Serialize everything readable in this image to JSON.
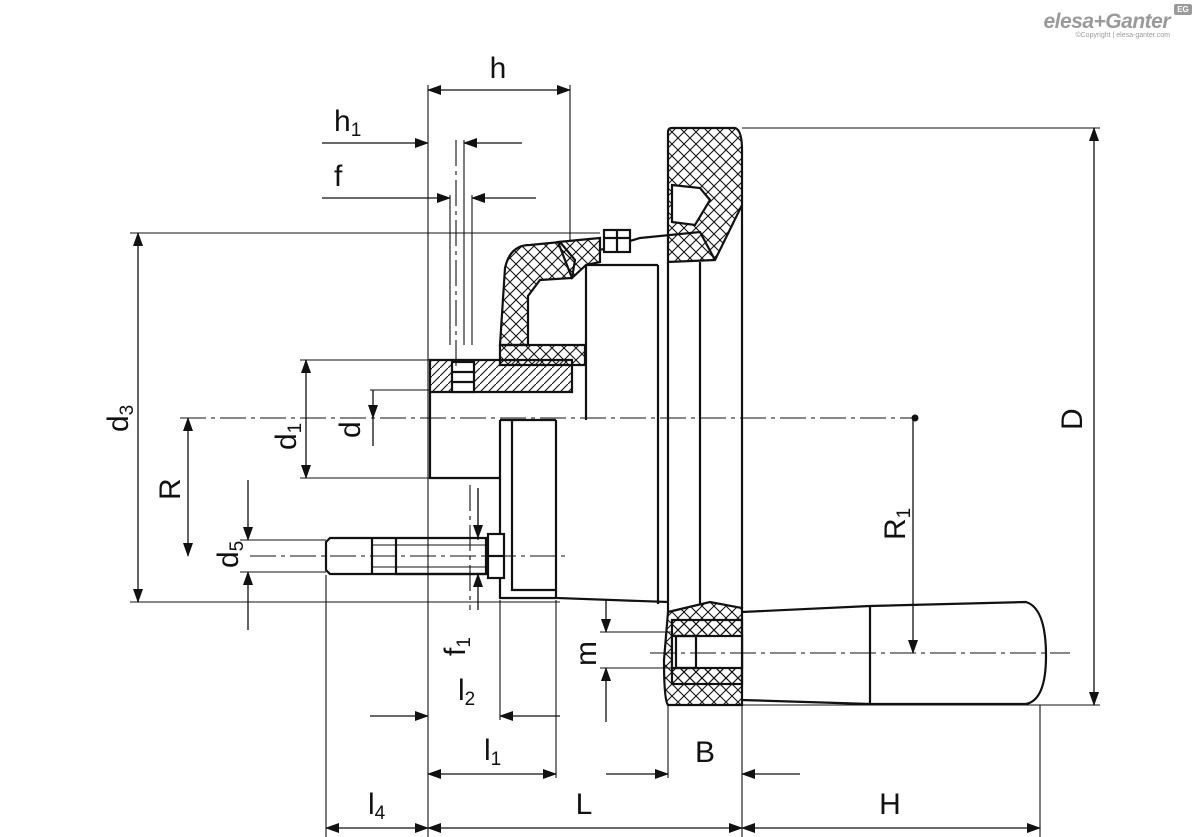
{
  "brand": {
    "name": "elesa+Ganter",
    "copyright": "©Copyright | elesa-ganter.com",
    "badge": "EG"
  },
  "dimensions": {
    "h": "h",
    "h1": {
      "base": "h",
      "sub": "1"
    },
    "f": "f",
    "d3": {
      "base": "d",
      "sub": "3"
    },
    "d1": {
      "base": "d",
      "sub": "1"
    },
    "d": "d",
    "R": "R",
    "d5": {
      "base": "d",
      "sub": "5"
    },
    "f1": {
      "base": "f",
      "sub": "1"
    },
    "l2": {
      "base": "l",
      "sub": "2"
    },
    "l1": {
      "base": "l",
      "sub": "1"
    },
    "l4": {
      "base": "l",
      "sub": "4"
    },
    "L": "L",
    "B": "B",
    "H": "H",
    "m": "m",
    "R1": {
      "base": "R",
      "sub": "1"
    },
    "D": "D"
  },
  "colors": {
    "line": "#111111",
    "logo": "#9a9a9a"
  }
}
